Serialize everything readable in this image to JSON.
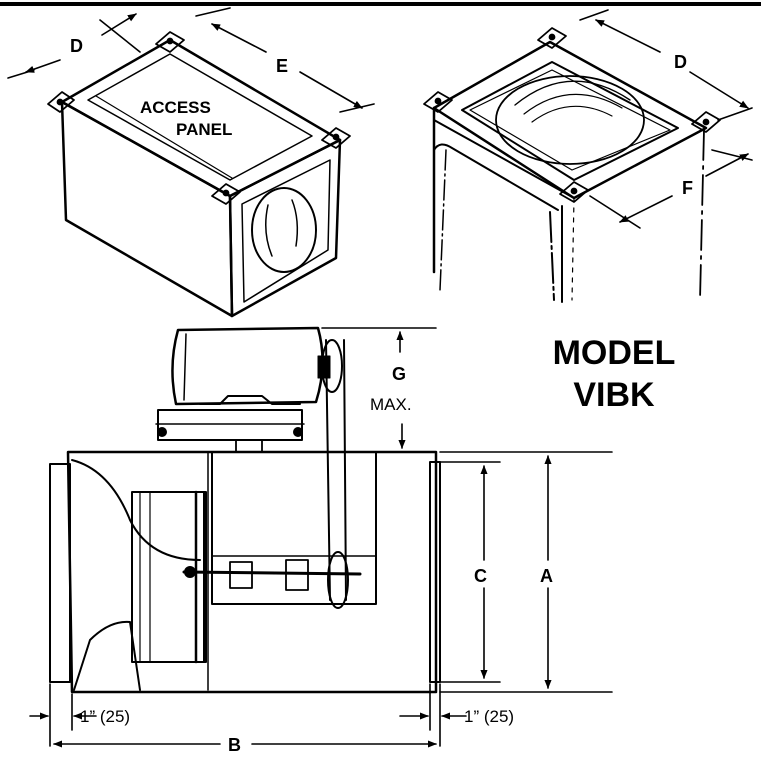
{
  "access_panel": {
    "line1": "ACCESS",
    "line2": "PANEL"
  },
  "model": {
    "line1": "MODEL",
    "line2": "VIBK"
  },
  "dimensions": {
    "a": "A",
    "b": "B",
    "c": "C",
    "d_left": "D",
    "d_right": "D",
    "e": "E",
    "f": "F",
    "g": "G",
    "g_note": "MAX.",
    "left_offset": "1” (25)",
    "right_offset": "1” (25)"
  },
  "colors": {
    "ink": "#000000",
    "paper": "#ffffff"
  }
}
